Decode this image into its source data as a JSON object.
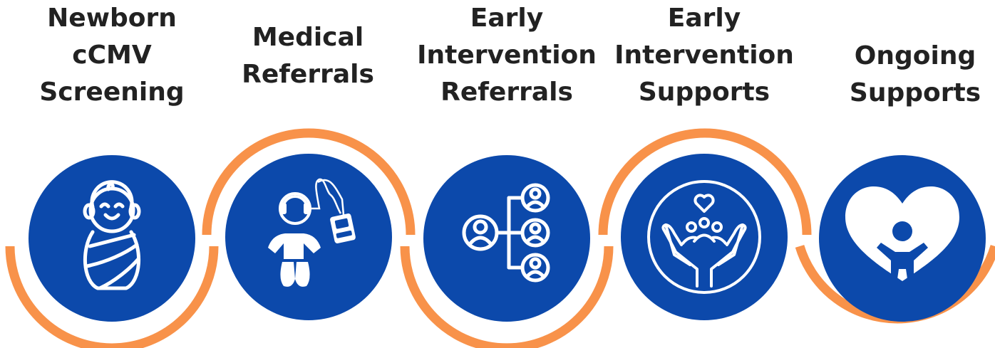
{
  "steps": [
    {
      "lines": [
        "Newborn",
        "cCMV",
        "Screening"
      ],
      "icon": "swaddled-baby-icon"
    },
    {
      "lines": [
        "Medical",
        "Referrals"
      ],
      "icon": "baby-hearing-test-icon"
    },
    {
      "lines": [
        "Early",
        "Intervention",
        "Referrals"
      ],
      "icon": "referral-network-icon"
    },
    {
      "lines": [
        "Early",
        "Intervention",
        "Supports"
      ],
      "icon": "supporting-hands-icon"
    },
    {
      "lines": [
        "Ongoing",
        "Supports"
      ],
      "icon": "heart-child-icon"
    }
  ],
  "colors": {
    "circle": "#0c49ab",
    "arc": "#f8924a",
    "text": "#222222",
    "icon": "#ffffff"
  }
}
